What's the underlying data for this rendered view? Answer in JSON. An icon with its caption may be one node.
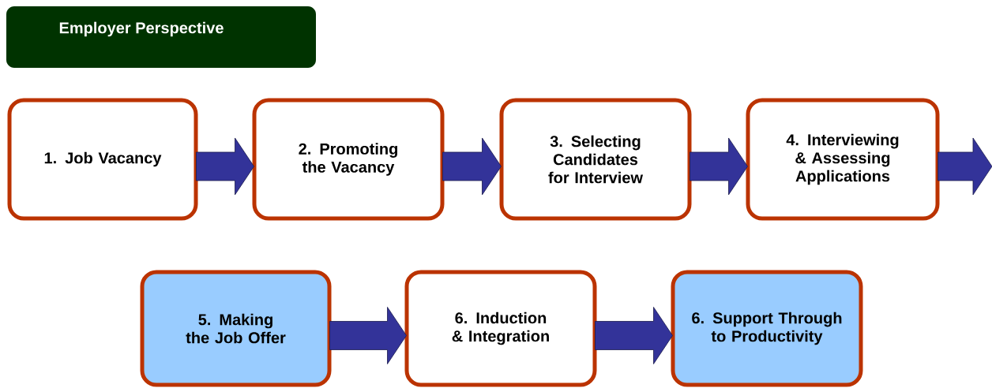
{
  "diagram": {
    "nodes": [
      {
        "text": [
          "Employer Perspective"
        ]
      },
      {
        "text": [
          "1. Job Vacancy"
        ]
      },
      {
        "text": [
          "2. Promoting the Vacancy"
        ]
      },
      {
        "text": [
          "3. Selecting Candidates for Interview"
        ]
      },
      {
        "text": [
          "4. Interviewing & Assessing Applications"
        ]
      },
      {
        "text": [
          "5. Making the Job Offer"
        ]
      },
      {
        "text": [
          "6. Induction & Integration"
        ]
      },
      {
        "text": [
          "6. Support Through to Productivity"
        ]
      }
    ],
    "edges": [
      {
        "from": 1,
        "to": 2,
        "arrow": "to"
      },
      {
        "from": 2,
        "to": 3,
        "arrow": "to"
      },
      {
        "from": 3,
        "to": 4,
        "arrow": "to"
      },
      {
        "from": 4,
        "to": null,
        "arrow": "to"
      },
      {
        "from": 5,
        "to": 6,
        "arrow": "to"
      },
      {
        "from": 6,
        "to": 7,
        "arrow": "to"
      }
    ]
  }
}
